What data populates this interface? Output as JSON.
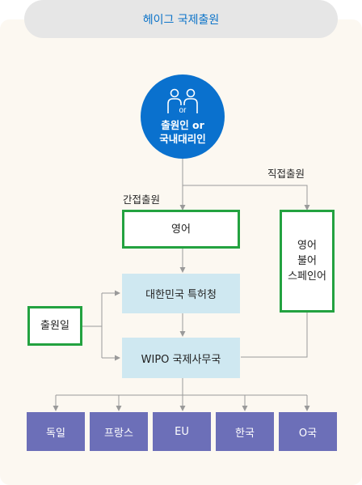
{
  "title": "헤이그 국제출원",
  "applicant": {
    "line1": "출원인 or",
    "line2": "국내대리인",
    "icon": "people-or-icon",
    "or_text": "or"
  },
  "indirect_label": "간접출원",
  "direct_label": "직접출원",
  "english_box": "영어",
  "languages_box": [
    "영어",
    "불어",
    "스페인어"
  ],
  "kipo_box": "대한민국 특허청",
  "filing_date_box": "출원일",
  "wipo_box": "WIPO 국제사무국",
  "countries": [
    "독일",
    "프랑스",
    "EU",
    "한국",
    "O국"
  ],
  "colors": {
    "accent_blue": "#0a71ce",
    "green_border": "#23a240",
    "light_blue": "#cfe8f1",
    "purple": "#6c6fb8",
    "panel_bg": "#fcf8f1",
    "connector": "#9a9a9a"
  }
}
